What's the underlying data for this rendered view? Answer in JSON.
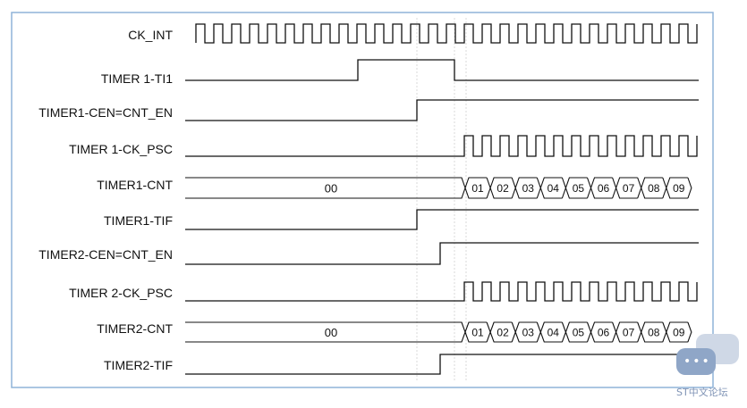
{
  "diagram": {
    "signals": [
      {
        "id": "ck_int",
        "label": "CK_INT",
        "kind": "clock"
      },
      {
        "id": "t1_ti1",
        "label": "TIMER 1-TI1",
        "kind": "pulse"
      },
      {
        "id": "t1_cen",
        "label": "TIMER1-CEN=CNT_EN",
        "kind": "step"
      },
      {
        "id": "t1_ckpsc",
        "label": "TIMER 1-CK_PSC",
        "kind": "gated-clock"
      },
      {
        "id": "t1_cnt",
        "label": "TIMER1-CNT",
        "kind": "bus",
        "initial": "00",
        "values": [
          "01",
          "02",
          "03",
          "04",
          "05",
          "06",
          "07",
          "08",
          "09"
        ]
      },
      {
        "id": "t1_tif",
        "label": "TIMER1-TIF",
        "kind": "step"
      },
      {
        "id": "t2_cen",
        "label": "TIMER2-CEN=CNT_EN",
        "kind": "step"
      },
      {
        "id": "t2_ckpsc",
        "label": "TIMER 2-CK_PSC",
        "kind": "gated-clock"
      },
      {
        "id": "t2_cnt",
        "label": "TIMER2-CNT",
        "kind": "bus",
        "initial": "00",
        "values": [
          "01",
          "02",
          "03",
          "04",
          "05",
          "06",
          "07",
          "08",
          "09"
        ]
      },
      {
        "id": "t2_tif",
        "label": "TIMER2-TIF",
        "kind": "step"
      }
    ],
    "colors": {
      "wave": "#111111",
      "frame": "#8fb3d9",
      "background": "#ffffff"
    }
  },
  "watermark": {
    "text": "ST中文论坛",
    "icon": "chat-bubble-icon"
  }
}
